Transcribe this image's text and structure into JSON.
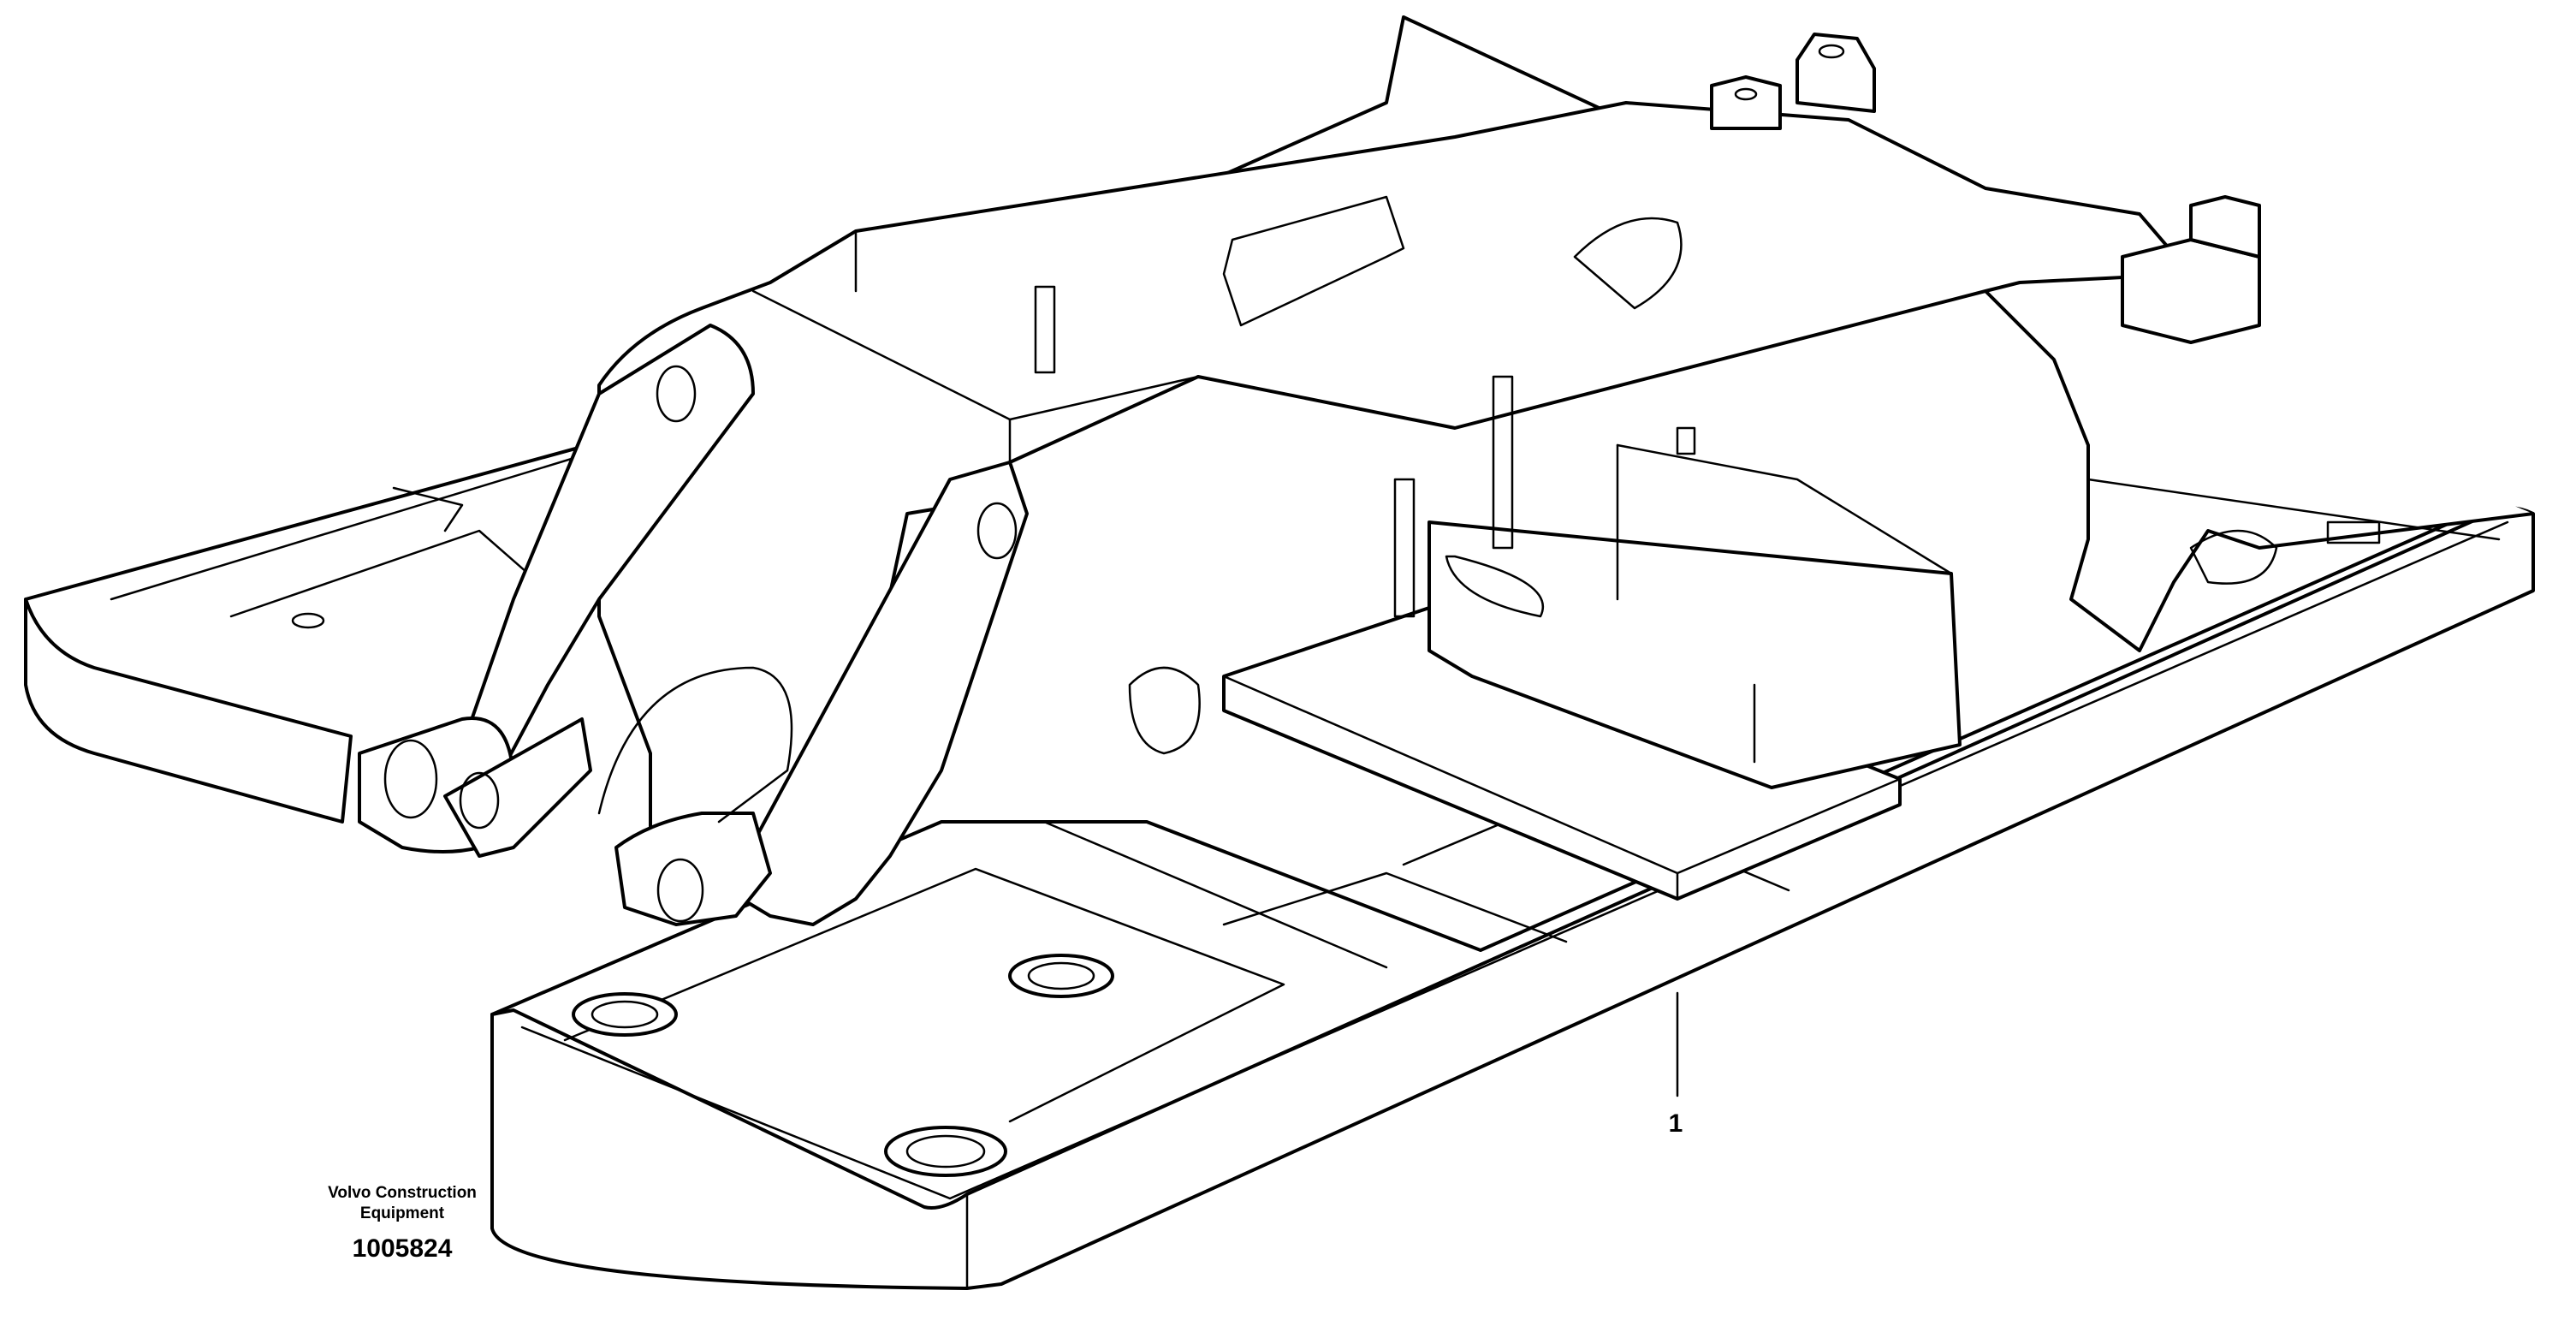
{
  "diagram": {
    "brand_line_1": "Volvo Construction",
    "brand_line_2": "Equipment",
    "part_number": "1005824",
    "callouts": [
      {
        "label": "1"
      }
    ]
  }
}
